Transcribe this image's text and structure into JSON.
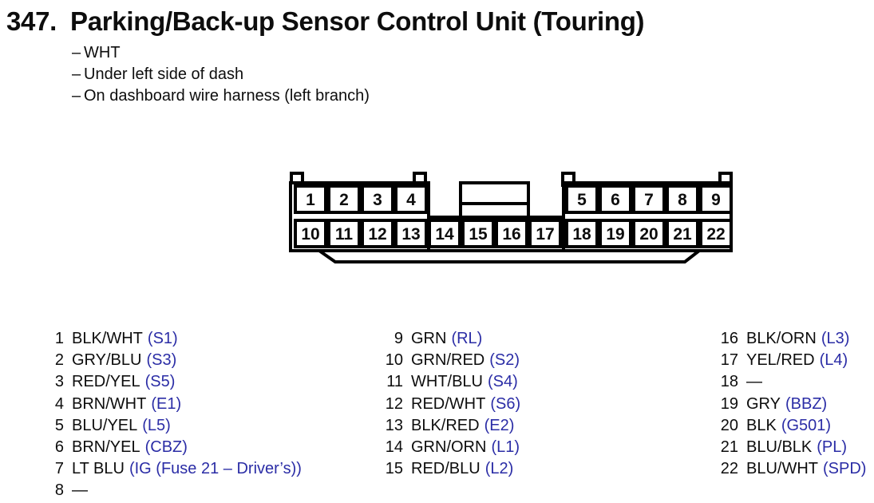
{
  "header": {
    "number": "347.",
    "title": "Parking/Back-up Sensor Control Unit (Touring)"
  },
  "notes": {
    "dash": "–",
    "items": [
      "WHT",
      "Under left side of dash",
      "On dashboard wire harness (left branch)"
    ]
  },
  "connector": {
    "cells": [
      "1",
      "2",
      "3",
      "4",
      "5",
      "6",
      "7",
      "8",
      "9",
      "10",
      "11",
      "12",
      "13",
      "14",
      "15",
      "16",
      "17",
      "18",
      "19",
      "20",
      "21",
      "22"
    ]
  },
  "pinout": {
    "columns": [
      {
        "rows": [
          {
            "pin": "1",
            "wire": "BLK/WHT",
            "code": "(S1)"
          },
          {
            "pin": "2",
            "wire": "GRY/BLU",
            "code": "(S3)"
          },
          {
            "pin": "3",
            "wire": "RED/YEL",
            "code": "(S5)"
          },
          {
            "pin": "4",
            "wire": "BRN/WHT",
            "code": "(E1)"
          },
          {
            "pin": "5",
            "wire": "BLU/YEL",
            "code": "(L5)"
          },
          {
            "pin": "6",
            "wire": "BRN/YEL",
            "code": "(CBZ)"
          },
          {
            "pin": "7",
            "wire": "LT BLU",
            "code": "(IG (Fuse 21 – Driver’s))"
          },
          {
            "pin": "8",
            "wire": "—",
            "code": ""
          }
        ]
      },
      {
        "rows": [
          {
            "pin": "9",
            "wire": "GRN",
            "code": "(RL)"
          },
          {
            "pin": "10",
            "wire": "GRN/RED",
            "code": "(S2)"
          },
          {
            "pin": "11",
            "wire": "WHT/BLU",
            "code": "(S4)"
          },
          {
            "pin": "12",
            "wire": "RED/WHT",
            "code": "(S6)"
          },
          {
            "pin": "13",
            "wire": "BLK/RED",
            "code": "(E2)"
          },
          {
            "pin": "14",
            "wire": "GRN/ORN",
            "code": "(L1)"
          },
          {
            "pin": "15",
            "wire": "RED/BLU",
            "code": "(L2)"
          }
        ]
      },
      {
        "rows": [
          {
            "pin": "16",
            "wire": "BLK/ORN",
            "code": "(L3)"
          },
          {
            "pin": "17",
            "wire": "YEL/RED",
            "code": "(L4)"
          },
          {
            "pin": "18",
            "wire": "—",
            "code": ""
          },
          {
            "pin": "19",
            "wire": "GRY",
            "code": "(BBZ)"
          },
          {
            "pin": "20",
            "wire": "BLK",
            "code": "(G501)"
          },
          {
            "pin": "21",
            "wire": "BLU/BLK",
            "code": "(PL)"
          },
          {
            "pin": "22",
            "wire": "BLU/WHT",
            "code": "(SPD)"
          }
        ]
      }
    ]
  },
  "colors": {
    "code_blue": "#2b2da6",
    "ink": "#0d0d0d"
  }
}
